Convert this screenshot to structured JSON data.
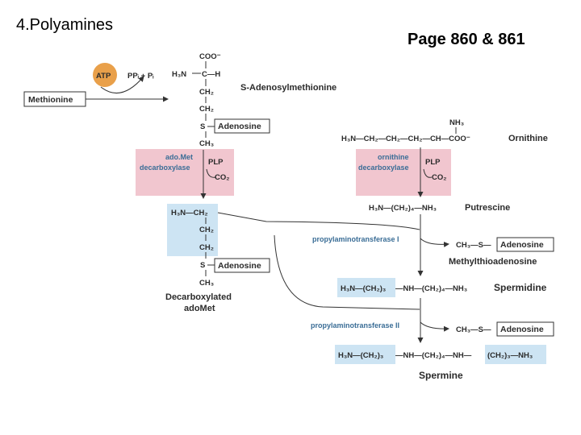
{
  "title": "4.Polyamines",
  "page_ref": "Page 860 & 861",
  "colors": {
    "enzyme_box": "#f1c6cf",
    "amino_highlight": "#cde4f3",
    "atp": "#e9a04a",
    "enzyme_text": "#3a6d96"
  },
  "pathway": {
    "methionine": "Methionine",
    "atp": "ATP",
    "ppi_pi": "PPᵢ + Pᵢ",
    "sam": {
      "name": "S-Adenosylmethionine",
      "coo": "COO⁻",
      "h3n": "H₃N",
      "c_h": "C—H",
      "ch2_a": "CH₂",
      "ch2_b": "CH₂",
      "s": "S",
      "adenosine": "Adenosine",
      "ch3": "CH₃"
    },
    "ado_met_dc": {
      "enzyme_line1": "ado.Met",
      "enzyme_line2": "decarboxylase",
      "cofactor": "PLP",
      "product": "CO₂"
    },
    "decarboxylated": {
      "h3n_ch2": "H₃N—CH₂",
      "ch2_a": "CH₂",
      "ch2_b": "CH₂",
      "s": "S",
      "adenosine": "Adenosine",
      "ch3": "CH₃",
      "name_line1": "Decarboxylated",
      "name_line2": "adoMet"
    },
    "ornithine": {
      "nh3": "NH₃",
      "formula": "H₃N—CH₂—CH₂—CH₂—CH—COO⁻",
      "name": "Ornithine"
    },
    "orn_dc": {
      "enzyme_line1": "ornithine",
      "enzyme_line2": "decarboxylase",
      "cofactor": "PLP",
      "product": "CO₂"
    },
    "putrescine": {
      "formula": "H₃N—(CH₂)₄—NH₃",
      "name": "Putrescine"
    },
    "pat1": {
      "enzyme": "propylaminotransferase I",
      "ch3s": "CH₃—S—",
      "adenosine": "Adenosine",
      "byproduct": "Methylthioadenosine"
    },
    "spermidine": {
      "head": "H₃N—(CH₂)₃",
      "tail": "—NH—(CH₂)₄—NH₃",
      "name": "Spermidine"
    },
    "pat2": {
      "enzyme": "propylaminotransferase II",
      "ch3s": "CH₃—S—",
      "adenosine": "Adenosine"
    },
    "spermine": {
      "head": "H₃N—(CH₂)₃",
      "middle": "—NH—(CH₂)₄—NH—",
      "tail": "(CH₂)₃—NH₃",
      "name": "Spermine"
    }
  }
}
